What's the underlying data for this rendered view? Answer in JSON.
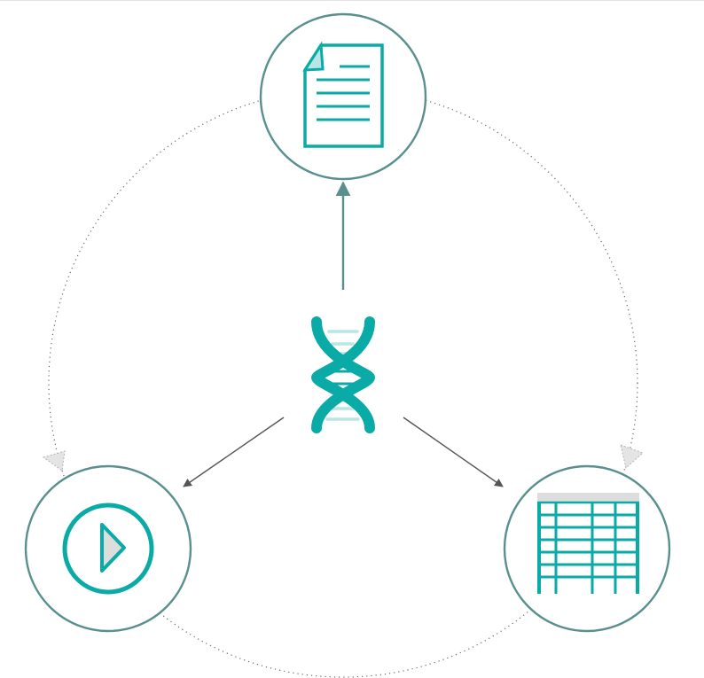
{
  "diagram": {
    "colors": {
      "teal": "#0aaba6",
      "ring": "#5a8f8f",
      "arrow_dark": "#555555",
      "dotted": "#666666",
      "light_gray": "#dddddd",
      "background": "#ffffff"
    },
    "center_icon": "dna-icon",
    "nodes": [
      {
        "name": "document-node",
        "icon": "document-icon"
      },
      {
        "name": "video-node",
        "icon": "play-icon"
      },
      {
        "name": "table-node",
        "icon": "table-icon"
      }
    ]
  }
}
